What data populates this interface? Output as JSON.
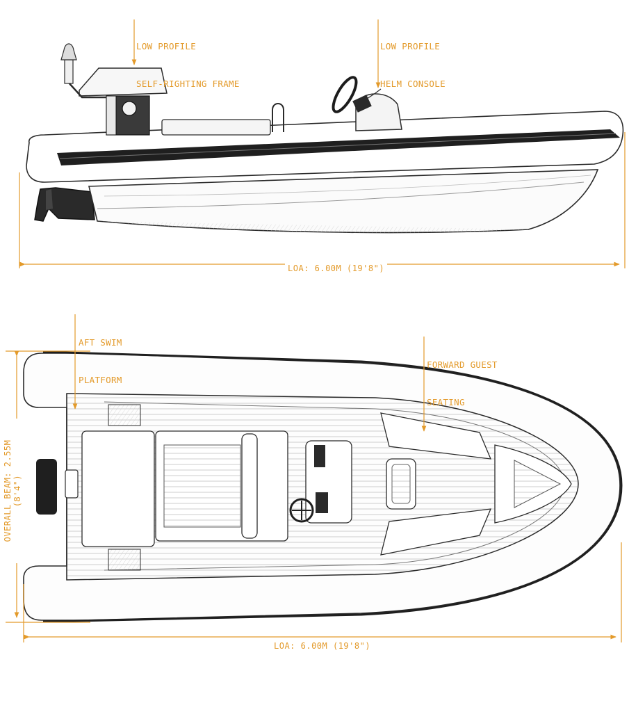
{
  "side_view": {
    "callouts": {
      "frame": {
        "line1": "LOW PROFILE",
        "line2": "SELF-RIGHTING FRAME"
      },
      "helm": {
        "line1": "LOW PROFILE",
        "line2": "HELM CONSOLE"
      }
    },
    "dimension_label": "LOA: 6.00M (19'8\")"
  },
  "top_view": {
    "callouts": {
      "swim_platform": {
        "line1": "AFT SWIM",
        "line2": "PLATFORM"
      },
      "guest_seating": {
        "line1": "FORWARD GUEST",
        "line2": "SEATING"
      }
    },
    "length_label": "LOA: 6.00M (19'8\")",
    "beam_label": "OVERALL BEAM: 2.55M (8'4\")"
  },
  "colors": {
    "annotation": "#e39a2a",
    "ink": "#2b2b2b",
    "tube_stripe": "#1f1f1f"
  }
}
